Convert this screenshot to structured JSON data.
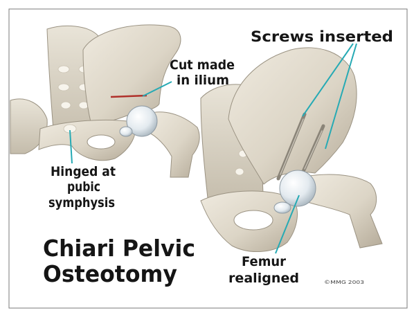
{
  "title": {
    "line1": "Chiari Pelvic",
    "line2": "Osteotomy"
  },
  "labels": {
    "screws": "Screws inserted",
    "cut": {
      "line1": "Cut made",
      "line2": "in ilium"
    },
    "hinged": {
      "line1": "Hinged at",
      "line2": "pubic",
      "line3": "symphysis"
    },
    "femur": {
      "line1": "Femur",
      "line2": "realigned"
    }
  },
  "watermark": "©MMG 2003",
  "colors": {
    "leader_line": "#26aab4",
    "cut_line": "#b0302a",
    "bone": "#e2dccf",
    "cartilage": "#e8eef2",
    "text": "#151515",
    "border": "#7a7a7a"
  }
}
